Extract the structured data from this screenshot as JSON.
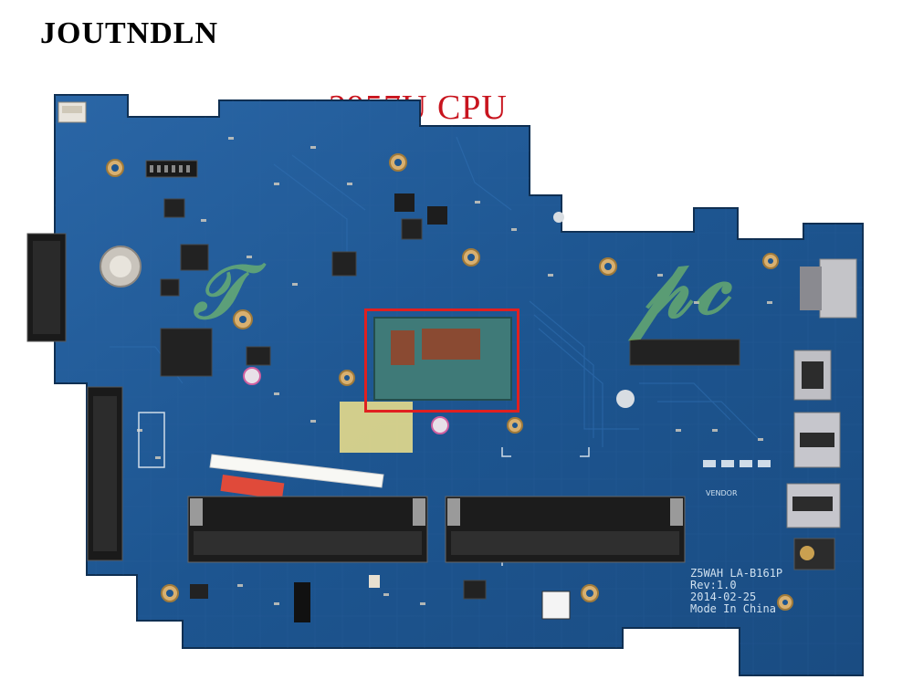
{
  "header": {
    "brand": "JOUTNDLN",
    "cpu_label": "2957U CPU"
  },
  "board": {
    "model": "Z5WAH LA-B161P",
    "revision": "Rev:1.0",
    "date": "2014-02-25",
    "origin": "Mode In China",
    "vendor_label": "VENDOR"
  },
  "colors": {
    "pcb": "#1d5590",
    "pcb_dark": "#163f6e",
    "highlight": "#e02020",
    "cpu_label": "#c8141e"
  }
}
